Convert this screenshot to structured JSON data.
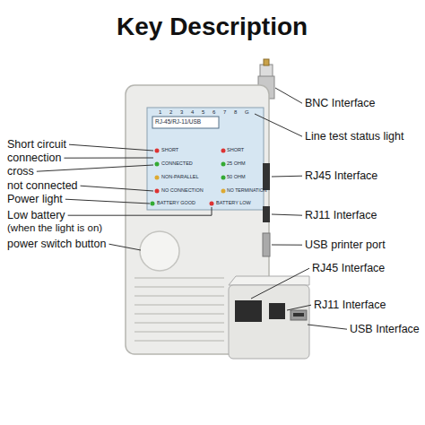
{
  "diagram": {
    "title": "Key Description",
    "labels": [
      "Short circuit",
      "connection",
      "cross",
      "not connected",
      "Power light",
      "Low battery",
      "(when the light is on)",
      "power switch button",
      "BNC Interface",
      "Line test status light",
      "RJ45 Interface",
      "RJ11 Interface",
      "USB printer port",
      "RJ45 Interface",
      "RJ11 Interface",
      "USB Interface",
      "RJ-45/RJ-11/USB",
      "SHORT",
      "CONNECTED",
      "NON-PARALLEL",
      "NO CONNECTION",
      "SHORT",
      "25 OHM",
      "50 OHM",
      "NO TERMINATION",
      "BATTERY GOOD",
      "BATTERY LOW",
      "1",
      "2",
      "3",
      "4",
      "5",
      "6",
      "7",
      "8",
      "G"
    ]
  }
}
